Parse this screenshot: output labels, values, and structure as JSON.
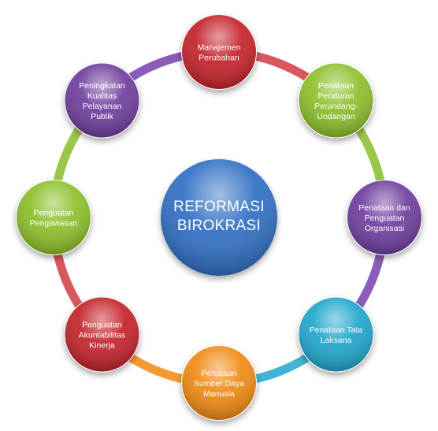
{
  "center": {
    "lines": [
      "REFORMASI",
      "BIROKRASI"
    ],
    "color": "#2f6fc4"
  },
  "nodes": [
    {
      "lines": [
        "Manajemen",
        "Perubahan"
      ],
      "color": "#c4222a"
    },
    {
      "lines": [
        "Penataan",
        "Peraturan",
        "Perundang-",
        "Undangan"
      ],
      "color": "#8cbf2a"
    },
    {
      "lines": [
        "Penataan dan",
        "Penguatan",
        "Organisasi"
      ],
      "color": "#6f3d9e"
    },
    {
      "lines": [
        "Penataan Tata",
        "Laksana"
      ],
      "color": "#1fa6cc"
    },
    {
      "lines": [
        "Penataan",
        "Sumber Daya",
        "Manusia"
      ],
      "color": "#f08a12"
    },
    {
      "lines": [
        "Penguatan",
        "Akuntabilitas",
        "Kinerja"
      ],
      "color": "#c4222a"
    },
    {
      "lines": [
        "Penguatan",
        "Pengawasan"
      ],
      "color": "#8cbf2a"
    },
    {
      "lines": [
        "Peningkatan",
        "Kualitas",
        "Pelayanan",
        "Publik"
      ],
      "color": "#6f3d9e"
    }
  ],
  "ring_segments": [
    "#d9575e",
    "#9ac64a",
    "#8b5cb8",
    "#3fb4d4",
    "#f39a35",
    "#d9575e",
    "#9ac64a",
    "#8b5cb8"
  ]
}
